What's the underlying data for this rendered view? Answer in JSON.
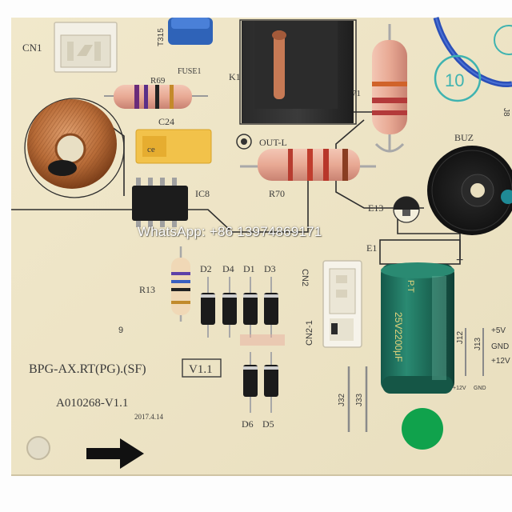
{
  "board": {
    "model": "BPG-AX.RT(PG).(SF)",
    "version_box": "V1.1",
    "part_number": "A010268-V1.1",
    "date": "2017.4.14",
    "hole_label": "9",
    "colors": {
      "board": "#efe6c9",
      "silkscreen": "#3a3a3a",
      "capacitor": "#1f6e5a",
      "led": "#0e9a4a"
    }
  },
  "labels": {
    "cn1": "CN1",
    "t315": "T315",
    "fuse1": "FUSE1",
    "r69": "R69",
    "k1": "K1",
    "c24": "C24",
    "cap_mark": "ce",
    "out_l": "OUT-L",
    "r70": "R70",
    "ic8": "IC8",
    "r71": "71",
    "buz": "BUZ",
    "e13": "E13",
    "e1": "E1",
    "plus": "+",
    "r13": "R13",
    "d2": "D2",
    "d4": "D4",
    "d1": "D1",
    "d3": "D3",
    "cn2": "CN2",
    "cn2_1": "CN2-1",
    "j12": "J12",
    "j13": "J13",
    "j32": "J32",
    "j33": "J33",
    "d6": "D6",
    "d5": "D5",
    "v5": "+5V",
    "gnd": "GND",
    "v12": "+12V",
    "v12_small": "+12V",
    "gnd_small": "GND",
    "j8": "J8",
    "circle_mark": "10",
    "cap_text": "25V2200μF",
    "cap_brand": "P.T"
  },
  "watermark": "WhatsApp: +86 13974869171"
}
